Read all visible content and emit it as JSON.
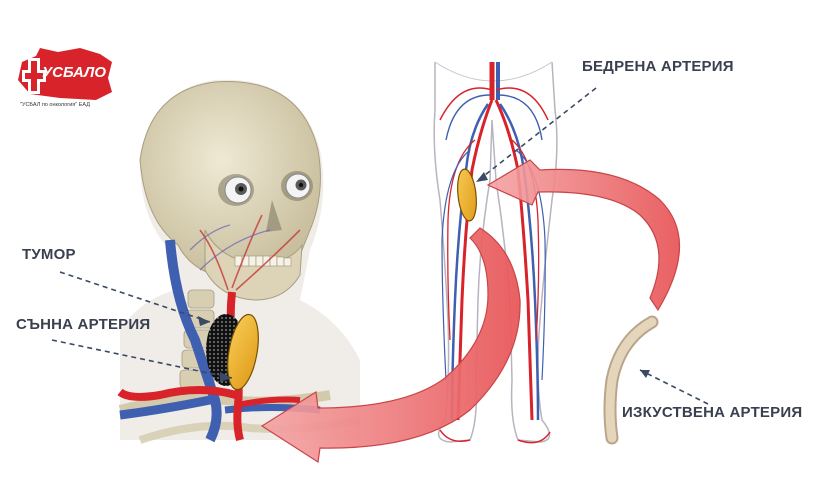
{
  "logo": {
    "name": "УСБАЛО",
    "subtitle": "\"УСБАЛ по онкология\" ЕАД",
    "color": "#d8232a"
  },
  "labels": {
    "femoral_artery": "БЕДРЕНА АРТЕРИЯ",
    "tumor": "ТУМОР",
    "carotid_artery": "СЪННА АРТЕРИЯ",
    "artificial_artery": "ИЗКУСТВЕНА АРТЕРИЯ"
  },
  "colors": {
    "artery": "#d8232a",
    "vein": "#3f5fb0",
    "highlight": "#f2b632",
    "arrow": "#e8585a",
    "bone": "#e3dcc4",
    "label": "#3a4050"
  },
  "icons": {
    "logo_mark": "cross-map-icon",
    "tumor_mark": "tumor-dots-icon"
  }
}
